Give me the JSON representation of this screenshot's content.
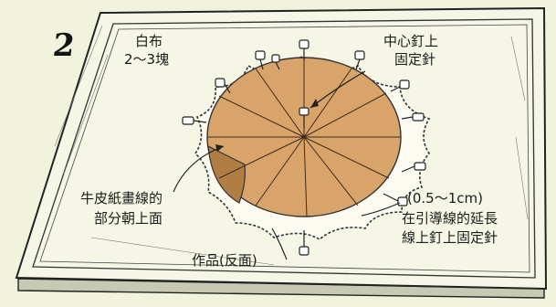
{
  "step_number": "2",
  "labels": {
    "white_cloth_line1": "白布",
    "white_cloth_line2": "2～3塊",
    "center_pin_line1": "中心釘上",
    "center_pin_line2": "固定針",
    "kraft_side_line1": "牛皮紙畫線的",
    "kraft_side_line2": "部分朝上面",
    "extension_line1": "(0.5～1cm)",
    "extension_line2": "在引導線的延長",
    "extension_line3": "線上釘上固定針",
    "work_back": "作品(反面)"
  },
  "colors": {
    "background": "#f1f3dd",
    "board_fill": "#f6f6e6",
    "kraft_paper": "#d9a469",
    "ink": "#1b1b1b"
  }
}
